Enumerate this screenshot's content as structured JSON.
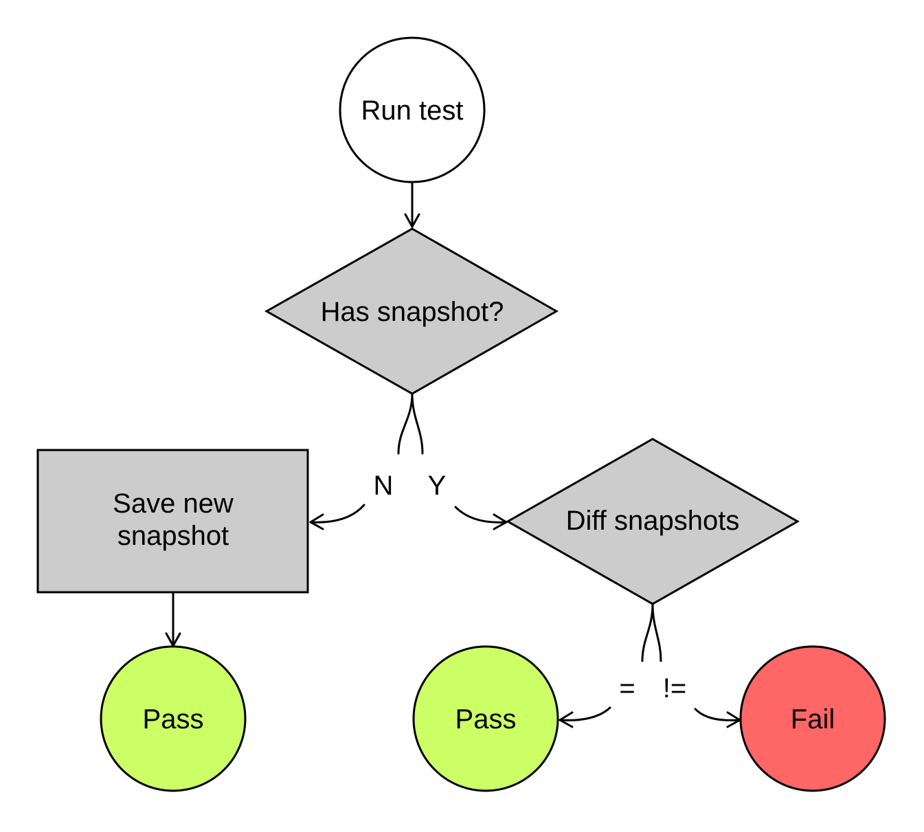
{
  "nodes": {
    "start": {
      "label": "Run test"
    },
    "has_snapshot": {
      "label": "Has snapshot?"
    },
    "save_snapshot": {
      "line1": "Save new",
      "line2": "snapshot"
    },
    "diff_snapshots": {
      "label": "Diff snapshots"
    },
    "pass_left": {
      "label": "Pass"
    },
    "pass_right": {
      "label": "Pass"
    },
    "fail": {
      "label": "Fail"
    }
  },
  "edge_labels": {
    "no": "N",
    "yes": "Y",
    "equal": "=",
    "not_equal": "!="
  },
  "colors": {
    "decision_fill": "#cccccc",
    "process_fill": "#cccccc",
    "start_fill": "#ffffff",
    "pass_fill": "#ccff66",
    "fail_fill": "#ff6666",
    "stroke": "#000000"
  }
}
